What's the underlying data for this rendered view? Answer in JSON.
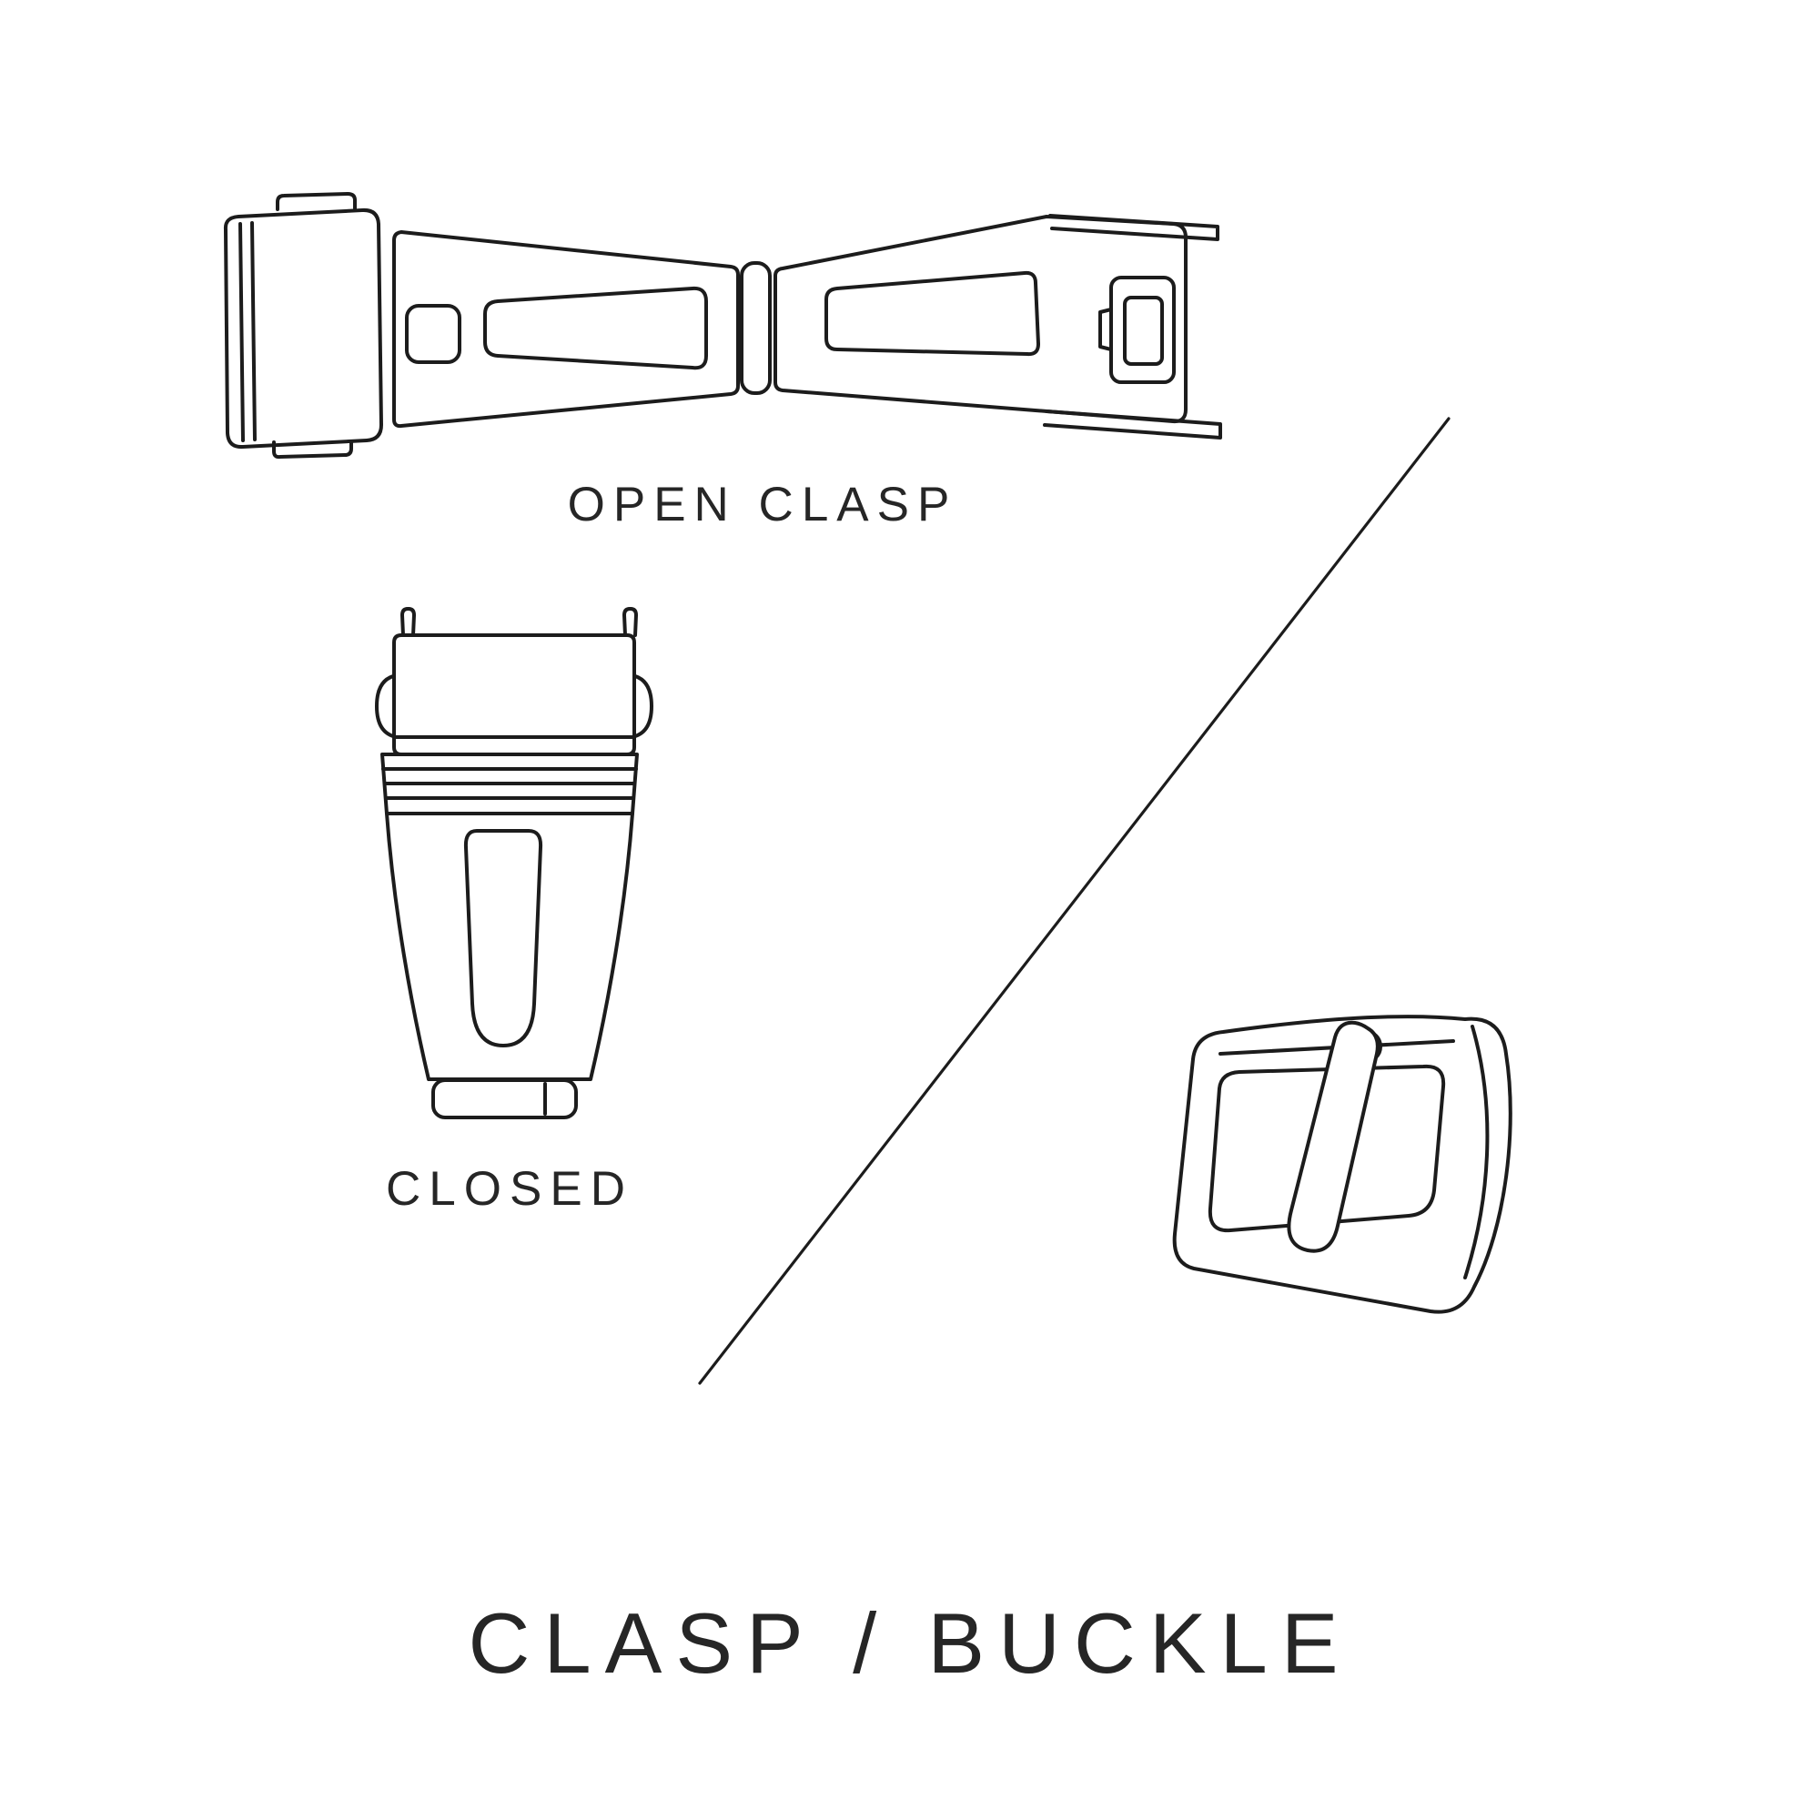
{
  "page": {
    "background": "#ffffff",
    "line_color": "#1c1c1c",
    "text_color": "#262626"
  },
  "figures": {
    "open_clasp": {
      "label": "OPEN CLASP"
    },
    "closed_clasp": {
      "label": "CLOSED"
    },
    "buckle": {
      "label": ""
    }
  },
  "title": {
    "text": "CLASP / BUCKLE"
  }
}
